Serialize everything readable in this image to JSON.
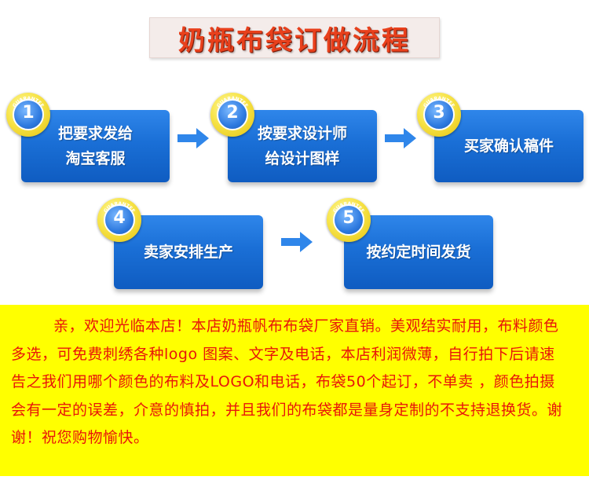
{
  "title": "奶瓶布袋订做流程",
  "badge_text": "GUARANTEE",
  "steps": [
    {
      "num": "1",
      "line1": "把要求发给",
      "line2": "淘宝客服"
    },
    {
      "num": "2",
      "line1": "按要求设计师",
      "line2": "给设计图样"
    },
    {
      "num": "3",
      "line1": "买家确认稿件",
      "line2": ""
    },
    {
      "num": "4",
      "line1": "卖家安排生产",
      "line2": ""
    },
    {
      "num": "5",
      "line1": "按约定时间发货",
      "line2": ""
    }
  ],
  "notice": "亲，欢迎光临本店！本店奶瓶帆布布袋厂家直销。美观结实耐用，布料颜色多选，可免费刺绣各种logo 图案、文字及电话，本店利润微薄，自行拍下后请速告之我们用哪个颜色的布料及LOGO和电话，布袋50个起订，不单卖 ，颜色拍摄会有一定的误差，介意的慎拍，并且我们的布袋都是量身定制的不支持退换货。谢谢！祝您购物愉快。",
  "colors": {
    "step_blue": "#1a6fd6",
    "arrow_blue": "#2f86ea",
    "badge_yellow": "#f7e44a",
    "notice_bg": "#ffff00",
    "notice_text": "#e8140a",
    "title_red": "#e8401c"
  }
}
